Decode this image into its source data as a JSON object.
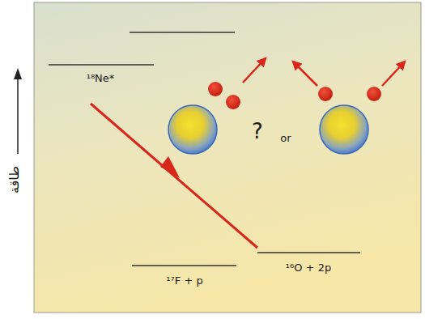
{
  "diagram": {
    "labels": [
      "¹⁸Ne*",
      "?",
      "or",
      "¹⁷F + p",
      "¹⁶O + 2p",
      "طاقة"
    ]
  }
}
